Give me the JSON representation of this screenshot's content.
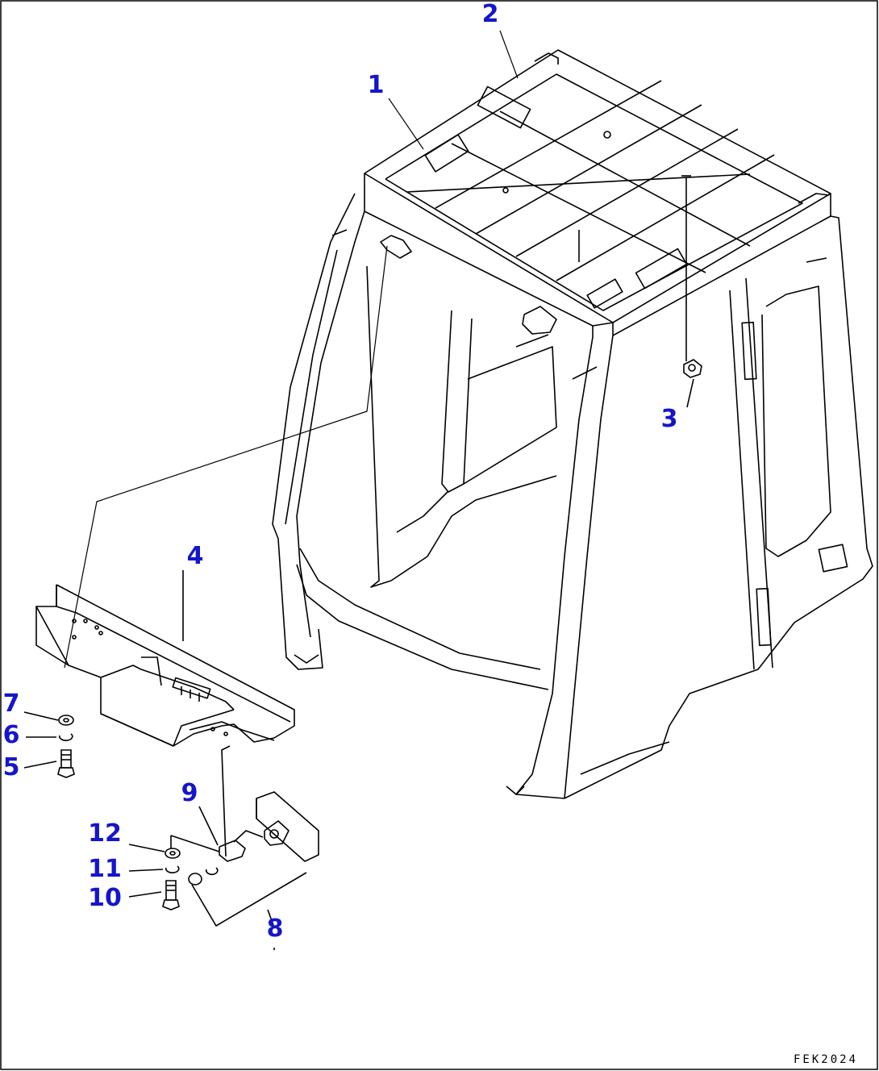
{
  "colors": {
    "callout": "#1515cc",
    "line": "#000000",
    "background": "#ffffff"
  },
  "callouts": [
    {
      "id": "1",
      "label": "1"
    },
    {
      "id": "2",
      "label": "2"
    },
    {
      "id": "3",
      "label": "3"
    },
    {
      "id": "4",
      "label": "4"
    },
    {
      "id": "5",
      "label": "5"
    },
    {
      "id": "6",
      "label": "6"
    },
    {
      "id": "7",
      "label": "7"
    },
    {
      "id": "8",
      "label": "8"
    },
    {
      "id": "9",
      "label": "9"
    },
    {
      "id": "10",
      "label": "10"
    },
    {
      "id": "11",
      "label": "11"
    },
    {
      "id": "12",
      "label": "12"
    }
  ],
  "drawing_code": "FEK2024"
}
